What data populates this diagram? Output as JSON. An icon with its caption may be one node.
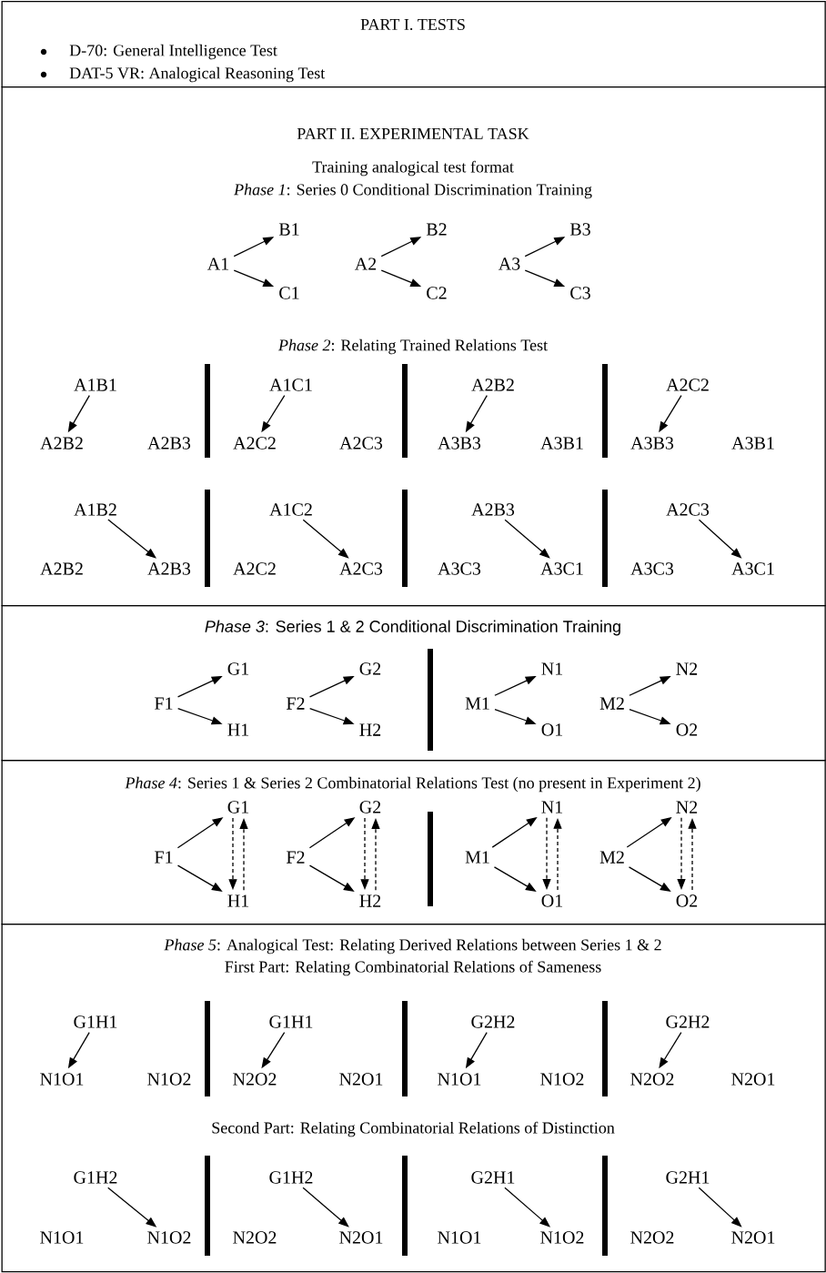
{
  "diagram": {
    "nodes": [
      {
        "text": [
          "PART I. TESTS",
          "D-70: General Intelligence Test",
          "DAT-5 VR: Analogical Reasoning Test"
        ]
      },
      {
        "text": [
          "PART II. EXPERIMENTAL TASK",
          "Training analogical test format",
          "*Phase 1*: Series 0 Conditional Discrimination Training",
          "*Phase 2*: Relating Trained Relations Test"
        ]
      },
      {
        "text": [
          "A1"
        ],
        "in": 1
      },
      {
        "text": [
          "B1"
        ],
        "in": 1
      },
      {
        "text": [
          "C1"
        ],
        "in": 1
      },
      {
        "text": [
          "A2"
        ],
        "in": 1
      },
      {
        "text": [
          "B2"
        ],
        "in": 1
      },
      {
        "text": [
          "C2"
        ],
        "in": 1
      },
      {
        "text": [
          "A3"
        ],
        "in": 1
      },
      {
        "text": [
          "B3"
        ],
        "in": 1
      },
      {
        "text": [
          "C3"
        ],
        "in": 1
      },
      {
        "text": [
          "A1B1"
        ],
        "in": 1
      },
      {
        "text": [
          "A2B2"
        ],
        "in": 1
      },
      {
        "text": [
          "A2B3"
        ],
        "in": 1
      },
      {
        "text": [
          "A1C1"
        ],
        "in": 1
      },
      {
        "text": [
          "A2C2"
        ],
        "in": 1
      },
      {
        "text": [
          "A2C3"
        ],
        "in": 1
      },
      {
        "text": [
          "A2B2"
        ],
        "in": 1
      },
      {
        "text": [
          "A3B3"
        ],
        "in": 1
      },
      {
        "text": [
          "A3B1"
        ],
        "in": 1
      },
      {
        "text": [
          "A2C2"
        ],
        "in": 1
      },
      {
        "text": [
          "A3B3"
        ],
        "in": 1
      },
      {
        "text": [
          "A3B1"
        ],
        "in": 1
      },
      {
        "text": [
          "A1B2"
        ],
        "in": 1
      },
      {
        "text": [
          "A2B2"
        ],
        "in": 1
      },
      {
        "text": [
          "A2B3"
        ],
        "in": 1
      },
      {
        "text": [
          "A1C2"
        ],
        "in": 1
      },
      {
        "text": [
          "A2C2"
        ],
        "in": 1
      },
      {
        "text": [
          "A2C3"
        ],
        "in": 1
      },
      {
        "text": [
          "A2B3"
        ],
        "in": 1
      },
      {
        "text": [
          "A3C3"
        ],
        "in": 1
      },
      {
        "text": [
          "A3C1"
        ],
        "in": 1
      },
      {
        "text": [
          "A2C3"
        ],
        "in": 1
      },
      {
        "text": [
          "A3C3"
        ],
        "in": 1
      },
      {
        "text": [
          "A3C1"
        ],
        "in": 1
      },
      {
        "text": [
          "*Phase 3*: Series 1 & 2 Conditional Discrimination Training"
        ]
      },
      {
        "text": [
          "F1"
        ],
        "in": 35
      },
      {
        "text": [
          "G1"
        ],
        "in": 35
      },
      {
        "text": [
          "H1"
        ],
        "in": 35
      },
      {
        "text": [
          "F2"
        ],
        "in": 35
      },
      {
        "text": [
          "G2"
        ],
        "in": 35
      },
      {
        "text": [
          "H2"
        ],
        "in": 35
      },
      {
        "text": [
          "M1"
        ],
        "in": 35
      },
      {
        "text": [
          "N1"
        ],
        "in": 35
      },
      {
        "text": [
          "O1"
        ],
        "in": 35
      },
      {
        "text": [
          "M2"
        ],
        "in": 35
      },
      {
        "text": [
          "N2"
        ],
        "in": 35
      },
      {
        "text": [
          "O2"
        ],
        "in": 35
      },
      {
        "text": [
          "*Phase 4*: Series 1 & Series 2 Combinatorial Relations Test (no present in Experiment 2)"
        ]
      },
      {
        "text": [
          "F1"
        ],
        "in": 48
      },
      {
        "text": [
          "G1"
        ],
        "in": 48
      },
      {
        "text": [
          "H1"
        ],
        "in": 48
      },
      {
        "text": [
          "F2"
        ],
        "in": 48
      },
      {
        "text": [
          "G2"
        ],
        "in": 48
      },
      {
        "text": [
          "H2"
        ],
        "in": 48
      },
      {
        "text": [
          "M1"
        ],
        "in": 48
      },
      {
        "text": [
          "N1"
        ],
        "in": 48
      },
      {
        "text": [
          "O1"
        ],
        "in": 48
      },
      {
        "text": [
          "M2"
        ],
        "in": 48
      },
      {
        "text": [
          "N2"
        ],
        "in": 48
      },
      {
        "text": [
          "O2"
        ],
        "in": 48
      },
      {
        "text": [
          "*Phase 5*: Analogical Test: Relating Derived Relations between Series 1 & 2",
          "First Part: Relating Combinatorial Relations of Sameness",
          "Second Part: Relating Combinatorial Relations of Distinction"
        ]
      },
      {
        "text": [
          "G1H1"
        ],
        "in": 61
      },
      {
        "text": [
          "N1O1"
        ],
        "in": 61
      },
      {
        "text": [
          "N1O2"
        ],
        "in": 61
      },
      {
        "text": [
          "G1H1"
        ],
        "in": 61
      },
      {
        "text": [
          "N2O2"
        ],
        "in": 61
      },
      {
        "text": [
          "N2O1"
        ],
        "in": 61
      },
      {
        "text": [
          "G2H2"
        ],
        "in": 61
      },
      {
        "text": [
          "N1O1"
        ],
        "in": 61
      },
      {
        "text": [
          "N1O2"
        ],
        "in": 61
      },
      {
        "text": [
          "G2H2"
        ],
        "in": 61
      },
      {
        "text": [
          "N2O2"
        ],
        "in": 61
      },
      {
        "text": [
          "N2O1"
        ],
        "in": 61
      },
      {
        "text": [
          "G1H2"
        ],
        "in": 61
      },
      {
        "text": [
          "N1O1"
        ],
        "in": 61
      },
      {
        "text": [
          "N1O2"
        ],
        "in": 61
      },
      {
        "text": [
          "G1H2"
        ],
        "in": 61
      },
      {
        "text": [
          "N2O2"
        ],
        "in": 61
      },
      {
        "text": [
          "N2O1"
        ],
        "in": 61
      },
      {
        "text": [
          "G2H1"
        ],
        "in": 61
      },
      {
        "text": [
          "N1O1"
        ],
        "in": 61
      },
      {
        "text": [
          "N1O2"
        ],
        "in": 61
      },
      {
        "text": [
          "G2H1"
        ],
        "in": 61
      },
      {
        "text": [
          "N2O2"
        ],
        "in": 61
      },
      {
        "text": [
          "N2O1"
        ],
        "in": 61
      }
    ],
    "edges": [
      {
        "from": 2,
        "to": 3,
        "arrow": "to"
      },
      {
        "from": 2,
        "to": 4,
        "arrow": "to"
      },
      {
        "from": 5,
        "to": 6,
        "arrow": "to"
      },
      {
        "from": 5,
        "to": 7,
        "arrow": "to"
      },
      {
        "from": 8,
        "to": 9,
        "arrow": "to"
      },
      {
        "from": 8,
        "to": 10,
        "arrow": "to"
      },
      {
        "from": 11,
        "to": 12,
        "arrow": "to"
      },
      {
        "from": 14,
        "to": 15,
        "arrow": "to"
      },
      {
        "from": 17,
        "to": 18,
        "arrow": "to"
      },
      {
        "from": 20,
        "to": 21,
        "arrow": "to"
      },
      {
        "from": 23,
        "to": 25,
        "arrow": "to"
      },
      {
        "from": 26,
        "to": 28,
        "arrow": "to"
      },
      {
        "from": 29,
        "to": 31,
        "arrow": "to"
      },
      {
        "from": 32,
        "to": 34,
        "arrow": "to"
      },
      {
        "from": 36,
        "to": 37,
        "arrow": "to"
      },
      {
        "from": 36,
        "to": 38,
        "arrow": "to"
      },
      {
        "from": 39,
        "to": 40,
        "arrow": "to"
      },
      {
        "from": 39,
        "to": 41,
        "arrow": "to"
      },
      {
        "from": 42,
        "to": 43,
        "arrow": "to"
      },
      {
        "from": 42,
        "to": 44,
        "arrow": "to"
      },
      {
        "from": 45,
        "to": 46,
        "arrow": "to"
      },
      {
        "from": 45,
        "to": 47,
        "arrow": "to"
      },
      {
        "from": 49,
        "to": 50,
        "arrow": "to"
      },
      {
        "from": 49,
        "to": 51,
        "arrow": "to"
      },
      {
        "from": 50,
        "to": 51,
        "arrow": "to",
        "style": "dashed"
      },
      {
        "from": 51,
        "to": 50,
        "arrow": "to",
        "style": "dashed"
      },
      {
        "from": 52,
        "to": 53,
        "arrow": "to"
      },
      {
        "from": 52,
        "to": 54,
        "arrow": "to"
      },
      {
        "from": 53,
        "to": 54,
        "arrow": "to",
        "style": "dashed"
      },
      {
        "from": 54,
        "to": 53,
        "arrow": "to",
        "style": "dashed"
      },
      {
        "from": 55,
        "to": 56,
        "arrow": "to"
      },
      {
        "from": 55,
        "to": 57,
        "arrow": "to"
      },
      {
        "from": 56,
        "to": 57,
        "arrow": "to",
        "style": "dashed"
      },
      {
        "from": 57,
        "to": 56,
        "arrow": "to",
        "style": "dashed"
      },
      {
        "from": 58,
        "to": 59,
        "arrow": "to"
      },
      {
        "from": 58,
        "to": 60,
        "arrow": "to"
      },
      {
        "from": 59,
        "to": 60,
        "arrow": "to",
        "style": "dashed"
      },
      {
        "from": 60,
        "to": 59,
        "arrow": "to",
        "style": "dashed"
      },
      {
        "from": 62,
        "to": 63,
        "arrow": "to"
      },
      {
        "from": 65,
        "to": 66,
        "arrow": "to"
      },
      {
        "from": 68,
        "to": 69,
        "arrow": "to"
      },
      {
        "from": 71,
        "to": 72,
        "arrow": "to"
      },
      {
        "from": 74,
        "to": 76,
        "arrow": "to"
      },
      {
        "from": 77,
        "to": 79,
        "arrow": "to"
      },
      {
        "from": 80,
        "to": 82,
        "arrow": "to"
      },
      {
        "from": 83,
        "to": 85,
        "arrow": "to"
      }
    ]
  }
}
